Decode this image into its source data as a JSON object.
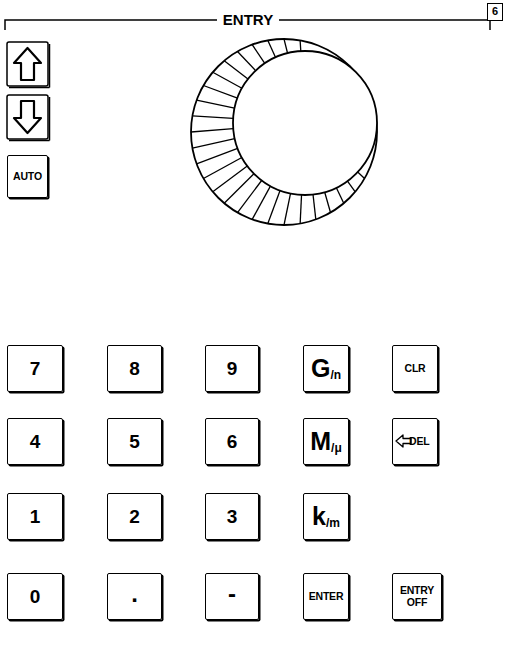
{
  "diagram": {
    "nodes": [
      {
        "text": [
          "6"
        ]
      },
      {
        "text": [
          "AUTO"
        ]
      },
      {
        "text": [
          "7"
        ]
      },
      {
        "text": [
          "8"
        ]
      },
      {
        "text": [
          "9"
        ]
      },
      {
        "text": [
          "G",
          "/n"
        ]
      },
      {
        "text": [
          "CLR"
        ]
      },
      {
        "text": [
          "4"
        ]
      },
      {
        "text": [
          "5"
        ]
      },
      {
        "text": [
          "6"
        ]
      },
      {
        "text": [
          "M",
          "/μ"
        ]
      },
      {
        "text": [
          "DEL"
        ]
      },
      {
        "text": [
          "1"
        ]
      },
      {
        "text": [
          "2"
        ]
      },
      {
        "text": [
          "3"
        ]
      },
      {
        "text": [
          "k",
          "/m"
        ]
      },
      {
        "text": [
          "0"
        ]
      },
      {
        "text": [
          "."
        ]
      },
      {
        "text": [
          "-"
        ]
      },
      {
        "text": [
          "ENTER"
        ]
      },
      {
        "text": [
          "ENTRY OFF"
        ]
      }
    ],
    "labels": [
      "ENTRY"
    ]
  }
}
